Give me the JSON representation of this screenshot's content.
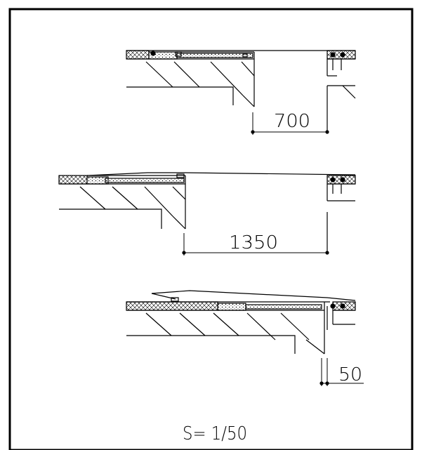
{
  "drawing": {
    "scale_label": "S= 1/50",
    "details": [
      {
        "name": "detail-1",
        "dimension_label": "700"
      },
      {
        "name": "detail-2",
        "dimension_label": "1350"
      },
      {
        "name": "detail-3",
        "dimension_label": "50"
      }
    ]
  },
  "colors": {
    "line": "#000000",
    "background": "#ffffff"
  }
}
